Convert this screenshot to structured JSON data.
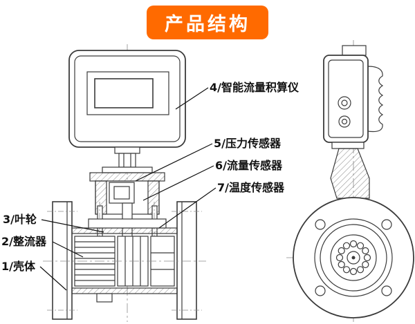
{
  "title": "产品结构",
  "colors": {
    "banner_background": "#ff6a00",
    "banner_text": "#ffffff",
    "line": "#3a3a3a",
    "label_text": "#111111"
  },
  "labels": [
    {
      "text": "4/智能流量积算仪"
    },
    {
      "text": "5/压力传感器"
    },
    {
      "text": "6/流量传感器"
    },
    {
      "text": "7/温度传感器"
    },
    {
      "text": "3/叶轮"
    },
    {
      "text": "2/整流器"
    },
    {
      "text": "1/壳体"
    }
  ]
}
